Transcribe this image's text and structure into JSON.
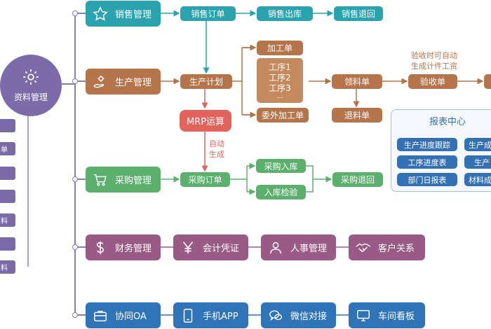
{
  "center": {
    "label": "资料管理",
    "icon": "gear-icon"
  },
  "left_items": [
    "",
    "单",
    "",
    "",
    "料",
    "",
    "料"
  ],
  "sales": {
    "module": "销售管理",
    "icon": "star-icon",
    "steps": [
      "销售订单",
      "销售出库",
      "销售退回"
    ]
  },
  "production": {
    "module": "生产管理",
    "icon": "hand-gear-icon",
    "plan": "生产计划",
    "process_order": "加工单",
    "processes": [
      "工序1",
      "工序2",
      "工序3",
      "..."
    ],
    "outsource": "委外加工单",
    "picking": "领料单",
    "return_material": "退料单",
    "acceptance": "验收单",
    "mrp": "MRP运算",
    "note_auto": "自动\n生成",
    "note_acceptance": "验收时可自动\n生成计件工资"
  },
  "purchase": {
    "module": "采购管理",
    "icon": "cart-icon",
    "order": "采购订单",
    "inbound": "采购入库",
    "inspection": "入库检验",
    "return": "采购退回"
  },
  "report_center": {
    "title": "报表中心",
    "items": [
      "生产进度跟踪",
      "生产成",
      "工序进度表",
      "生产",
      "部门日报表",
      "材料成"
    ]
  },
  "finance_row": [
    {
      "label": "财务管理",
      "icon": "dollar-icon"
    },
    {
      "label": "会计凭证",
      "icon": "yen-icon"
    },
    {
      "label": "人事管理",
      "icon": "person-icon"
    },
    {
      "label": "客户关系",
      "icon": "handshake-icon"
    }
  ],
  "oa_row": [
    {
      "label": "协同OA",
      "icon": "briefcase-icon"
    },
    {
      "label": "手机APP",
      "icon": "phone-icon"
    },
    {
      "label": "微信对接",
      "icon": "wechat-icon"
    },
    {
      "label": "车间看板",
      "icon": "monitor-icon"
    }
  ],
  "colors": {
    "sales": "#2aa3ae",
    "production": "#b5744a",
    "mrp": "#e0635c",
    "purchase": "#5ab06c",
    "finance": "#9a5a86",
    "oa": "#2f73b8",
    "center": "#7b6ba9"
  }
}
